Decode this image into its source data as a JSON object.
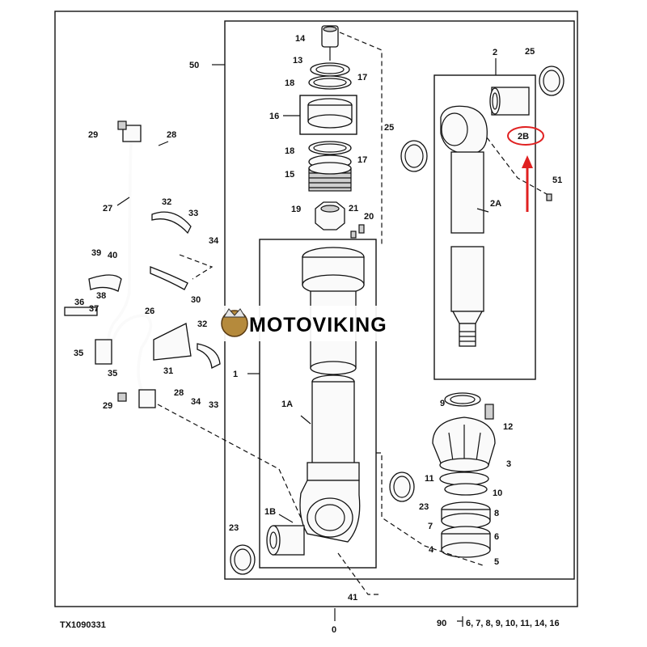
{
  "brand": {
    "name": "MOTOVIKING"
  },
  "footer": {
    "code": "TX1090331",
    "kit_label": "90",
    "kit_parts": "6, 7, 8, 9, 10, 11, 14, 16"
  },
  "callouts": {
    "c0": "0",
    "c1": "1",
    "c1A": "1A",
    "c1B": "1B",
    "c2": "2",
    "c2A": "2A",
    "c2B": "2B",
    "c3": "3",
    "c4": "4",
    "c5": "5",
    "c6": "6",
    "c7": "7",
    "c8": "8",
    "c9": "9",
    "c10": "10",
    "c11": "11",
    "c12": "12",
    "c13": "13",
    "c14": "14",
    "c15": "15",
    "c16": "16",
    "c17a": "17",
    "c17b": "17",
    "c18a": "18",
    "c18b": "18",
    "c19": "19",
    "c20": "20",
    "c21": "21",
    "c23a": "23",
    "c23b": "23",
    "c25a": "25",
    "c25b": "25",
    "c26": "26",
    "c27": "27",
    "c28a": "28",
    "c28b": "28",
    "c29a": "29",
    "c29b": "29",
    "c30": "30",
    "c31": "31",
    "c32a": "32",
    "c32b": "32",
    "c33a": "33",
    "c33b": "33",
    "c34a": "34",
    "c34b": "34",
    "c35a": "35",
    "c35b": "35",
    "c36": "36",
    "c37": "37",
    "c38": "38",
    "c39": "39",
    "c40": "40",
    "c41": "41",
    "c50": "50",
    "c51": "51"
  },
  "colors": {
    "highlight": "#e02020",
    "ink": "#111111"
  }
}
